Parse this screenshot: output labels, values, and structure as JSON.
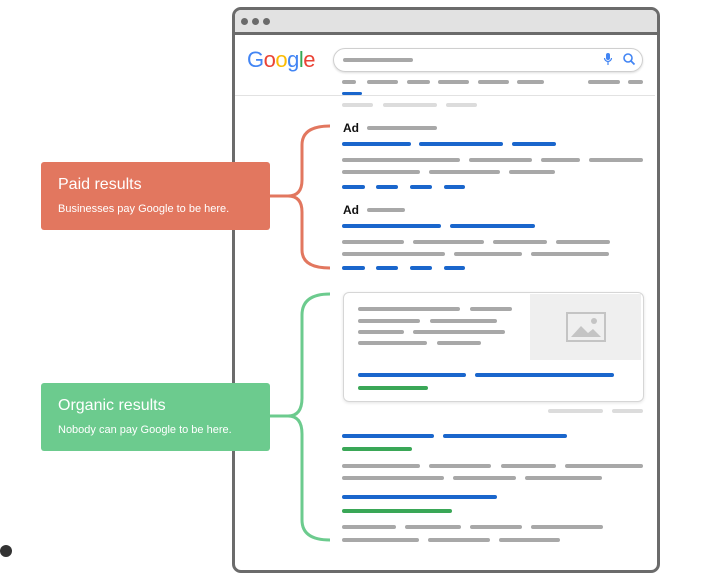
{
  "logo": "Google",
  "ads": [
    {
      "label": "Ad"
    },
    {
      "label": "Ad"
    }
  ],
  "paid": {
    "title": "Paid results",
    "subtitle": "Businesses pay Google to be here."
  },
  "organic": {
    "title": "Organic results",
    "subtitle": "Nobody can pay Google to be here."
  },
  "colors": {
    "paid": "#e2775f",
    "organic": "#6ccb8e",
    "link": "#1a66cc",
    "url": "#3aa757"
  }
}
